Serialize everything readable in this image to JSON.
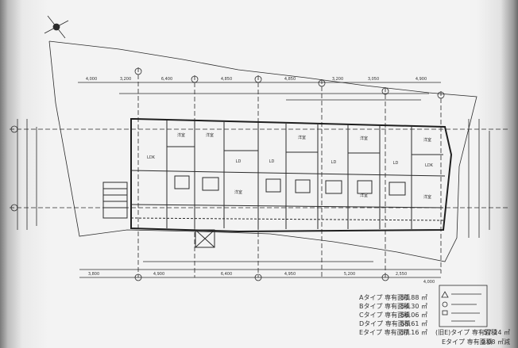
{
  "plan": {
    "dims_top": [
      "4,000",
      "3,200",
      "6,400",
      "4,850",
      "4,850",
      "3,200",
      "3,050",
      "4,900"
    ],
    "dims_bottom": [
      "3,800",
      "4,900",
      "6,400",
      "4,950",
      "5,200",
      "2,550",
      "4,000"
    ]
  },
  "rooms": [
    {
      "label": "LDK"
    },
    {
      "label": "洋室"
    },
    {
      "label": "洋室"
    },
    {
      "label": "LD"
    },
    {
      "label": "LD"
    },
    {
      "label": "洋室"
    },
    {
      "label": "LD"
    },
    {
      "label": "洋室"
    },
    {
      "label": "LD"
    },
    {
      "label": "洋室"
    },
    {
      "label": "LDK"
    },
    {
      "label": "洋室"
    },
    {
      "label": "洋室"
    },
    {
      "label": "洋室"
    }
  ],
  "legend": {
    "items": [
      {
        "label": "Aタイプ 専有面積",
        "value": "51.88 ㎡"
      },
      {
        "label": "Bタイプ 専有面積",
        "value": "54.30 ㎡"
      },
      {
        "label": "Cタイプ 専有面積",
        "value": "56.06 ㎡"
      },
      {
        "label": "Dタイプ 専有面積",
        "value": "55.61 ㎡"
      },
      {
        "label": "Eタイプ 専有面積",
        "value": "57.16 ㎡"
      }
    ],
    "extra": [
      {
        "label": "(旧E)タイプ 専有面積",
        "value": "57.24 ㎡"
      },
      {
        "label": "Eタイプ 専有面積",
        "value": "0.08 ㎡減"
      }
    ]
  },
  "colors": {
    "line": "#2b2b2b",
    "paper": "#f3f3f3"
  }
}
